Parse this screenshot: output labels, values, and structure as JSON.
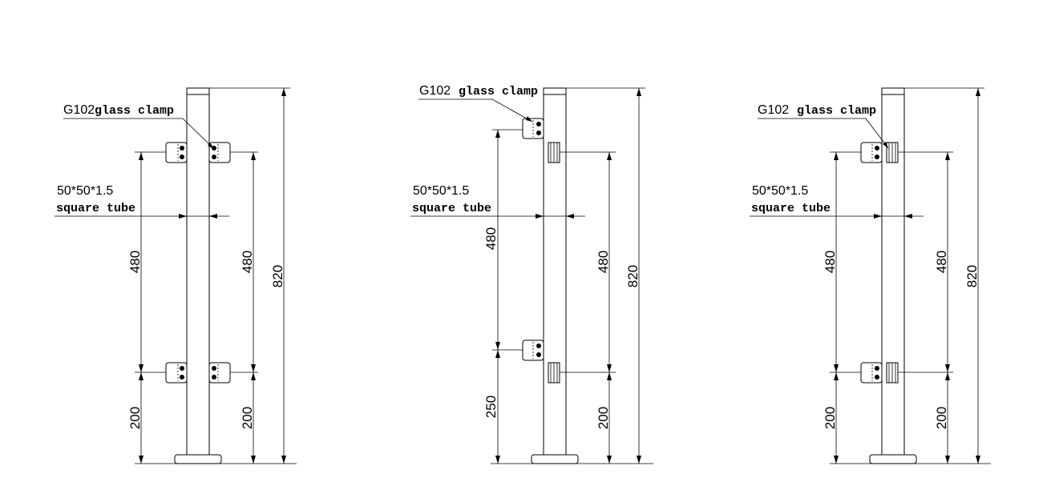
{
  "views": [
    {
      "variant": "both-sides",
      "clamp_label_code": "G102",
      "clamp_label_text": "glass clamp",
      "tube_size": "50*50*1.5",
      "tube_text": "square tube",
      "dim_left_upper": "480",
      "dim_left_lower": "200",
      "dim_right_upper": "480",
      "dim_right_lower": "200",
      "dim_total": "820"
    },
    {
      "variant": "side-mount",
      "clamp_label_code": "G102",
      "clamp_label_text": "glass clamp",
      "tube_size": "50*50*1.5",
      "tube_text": "square tube",
      "dim_left_upper": "480",
      "dim_left_lower": "250",
      "dim_right_upper": "480",
      "dim_right_lower": "200",
      "dim_total": "820"
    },
    {
      "variant": "corner",
      "clamp_label_code": "G102",
      "clamp_label_text": "glass clamp",
      "tube_size": "50*50*1.5",
      "tube_text": "square tube",
      "dim_left_upper": "480",
      "dim_left_lower": "200",
      "dim_right_upper": "480",
      "dim_right_lower": "200",
      "dim_total": "820"
    }
  ]
}
